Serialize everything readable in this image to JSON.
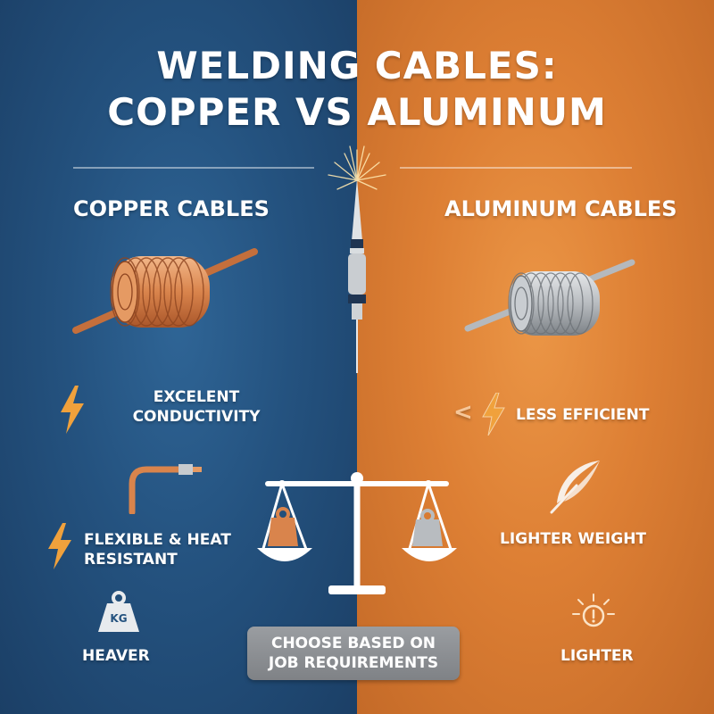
{
  "title": {
    "line1": "WELDING CABLES:",
    "line2": "COPPER VS ALUMINUM"
  },
  "copper": {
    "heading": "COPPER CABLES",
    "conductivity": {
      "line1": "EXCELENT",
      "line2": "CONDUCTIVITY"
    },
    "flexibility": {
      "line1": "FLEXIBLE & HEAT",
      "line2": "RESISTANT"
    },
    "weight": "HEAVER",
    "kg_label": "KG"
  },
  "aluminum": {
    "heading": "ALUMINUM CABLES",
    "efficiency": "LESS EFFICIENT",
    "weight": "LIGHTER WEIGHT",
    "lighter": "LIGHTER",
    "less_than_symbol": "<"
  },
  "footer": {
    "line1": "CHOOSE BASED ON",
    "line2": "JOB REQUIREMENTS"
  },
  "colors": {
    "copper_panel": "#24527f",
    "aluminum_panel": "#dd7f34",
    "copper_accent": "#d9844c",
    "lightning_accent": "#f0a13c",
    "aluminum_metal": "#b8bcc0",
    "footer_box": "#8a8d91"
  }
}
